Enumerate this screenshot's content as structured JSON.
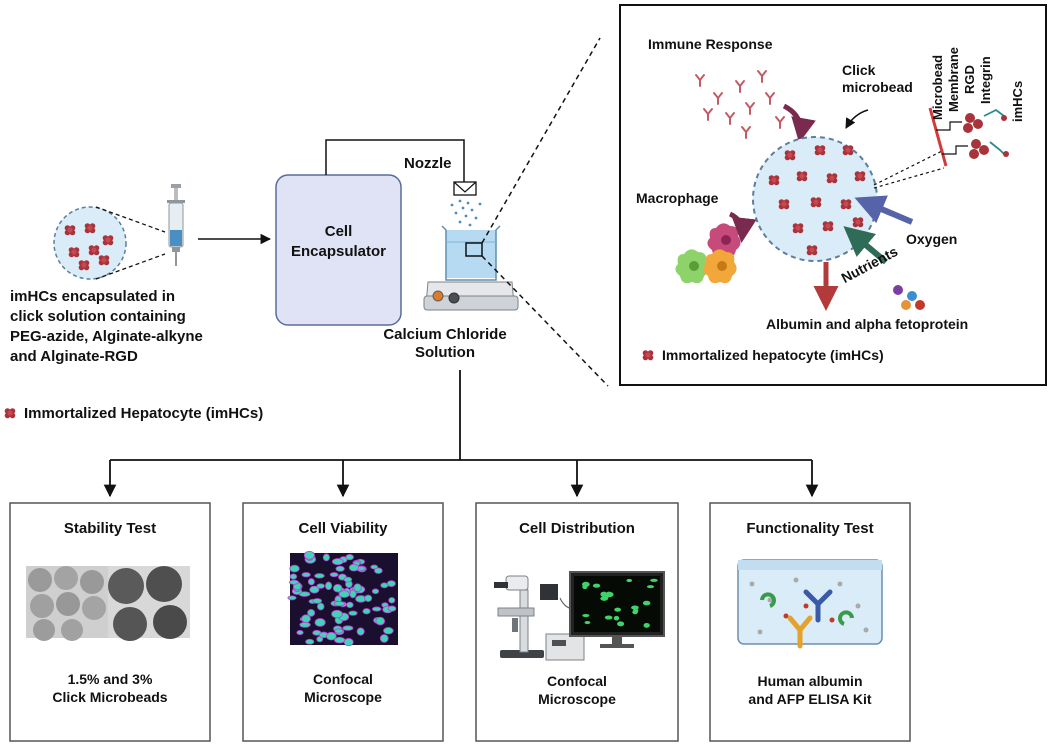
{
  "left_panel": {
    "caption_lines": [
      "imHCs encapsulated in",
      "click solution containing",
      "PEG-azide, Alginate-alkyne",
      "and Alginate-RGD"
    ],
    "legend": "Immortalized Hepatocyte (imHCs)"
  },
  "encapsulator": {
    "title_lines": [
      "Cell",
      "Encapsulator"
    ],
    "nozzle_label": "Nozzle",
    "solution_lines": [
      "Calcium Chloride",
      "Solution"
    ]
  },
  "zoom_panel": {
    "immune_response": "Immune Response",
    "click_microbead_lines": [
      "Click",
      "microbead"
    ],
    "macrophage": "Macrophage",
    "oxygen": "Oxygen",
    "nutrients": "Nutrients",
    "output": "Albumin and alpha fetoprotein",
    "legend": "Immortalized hepatocyte (imHCs)",
    "layers": [
      "Microbead",
      "Membrane",
      "RGD",
      "Integrin",
      "imHCs"
    ]
  },
  "tests": [
    {
      "title": "Stability Test",
      "caption_lines": [
        "1.5% and 3%",
        "Click Microbeads"
      ]
    },
    {
      "title": "Cell Viability",
      "caption_lines": [
        "Confocal",
        "Microscope"
      ]
    },
    {
      "title": "Cell Distribution",
      "caption_lines": [
        "Confocal",
        "Microscope"
      ]
    },
    {
      "title": "Functionality Test",
      "caption_lines": [
        "Human albumin",
        "and AFP ELISA Kit"
      ]
    }
  ],
  "colors": {
    "cell_red": "#a8333b",
    "encapsulator_fill": "#dfe3f5",
    "bead_fill": "#d9ecf7",
    "oxygen_arrow": "#5663a8",
    "nutrient_arrow": "#2f6b56",
    "output_arrow": "#b23a3a",
    "immune_arrow": "#7a2a4e"
  }
}
